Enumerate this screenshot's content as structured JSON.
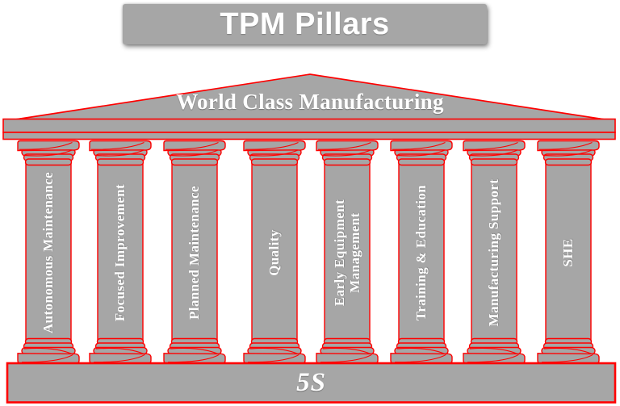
{
  "title": "TPM Pillars",
  "roof": {
    "label": "World Class Manufacturing"
  },
  "pillars": [
    {
      "label": "Autonomous Maintenance"
    },
    {
      "label": "Focused Improvement"
    },
    {
      "label": "Planned Maintenance"
    },
    {
      "label": "Quality"
    },
    {
      "label": "Early Equipment\nManagement"
    },
    {
      "label": "Training & Education"
    },
    {
      "label": "Manufacturing Support"
    },
    {
      "label": "SHE"
    }
  ],
  "base": {
    "label": "5S"
  },
  "colors": {
    "fill_gray": "#a6a6a6",
    "outline_red": "#ff0000",
    "text_white": "#ffffff"
  }
}
